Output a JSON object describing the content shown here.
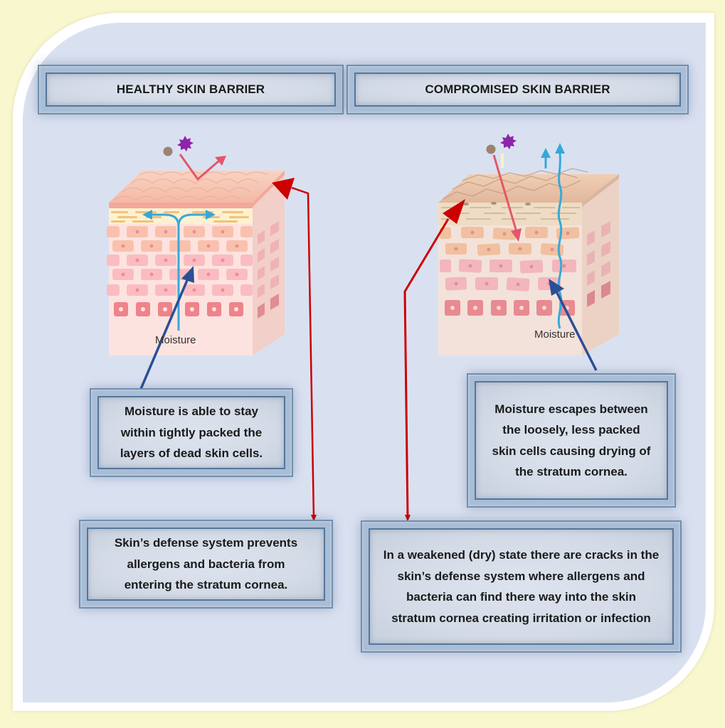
{
  "headers": {
    "healthy": "HEALTHY SKIN BARRIER",
    "compromised": "COMPROMISED SKIN BARRIER"
  },
  "healthy": {
    "moisture_label": "Moisture",
    "moisture_note": "Moisture is able to stay within tightly packed the layers of dead skin cells.",
    "defense_note": "Skin’s defense system prevents allergens and bacteria from entering the stratum cornea."
  },
  "compromised": {
    "moisture_label": "Moisture",
    "moisture_note": "Moisture escapes between the loosely, less packed skin cells causing drying of the stratum cornea.",
    "defense_note": "In a weakened (dry) state there are cracks in the skin’s defense system where allergens and bacteria can find there way into the skin stratum cornea creating irritation or infection"
  },
  "colors": {
    "page_background": "#f8f7cd",
    "panel_background": "#d9e1f1",
    "callout_red": "#cc0000",
    "callout_blue": "#2b4f96",
    "moisture_blue": "#36a9d8",
    "allergen_purple": "#8e24aa",
    "bacteria_brown": "#9b8370",
    "penetration_pink": "#e4566a"
  }
}
